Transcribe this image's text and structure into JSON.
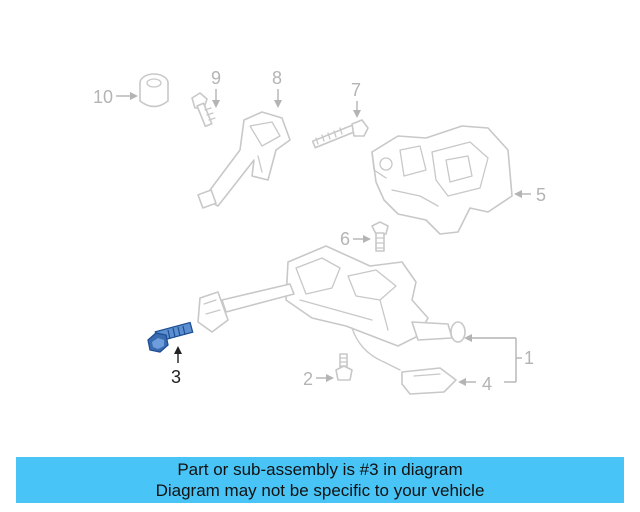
{
  "diagram": {
    "callouts": {
      "c1": "1",
      "c2": "2",
      "c3": "3",
      "c4": "4",
      "c5": "5",
      "c6": "6",
      "c7": "7",
      "c8": "8",
      "c9": "9",
      "c10": "10"
    },
    "highlighted_part": "3",
    "colors": {
      "highlight": "#3a6bb0",
      "parts_outline": "#c8c8c8",
      "labels_muted": "#b4b4b4",
      "banner": "#48c4f6"
    }
  },
  "banner": {
    "line1": "Part or sub-assembly is #3 in diagram",
    "line2": "Diagram may not be specific to your vehicle"
  }
}
